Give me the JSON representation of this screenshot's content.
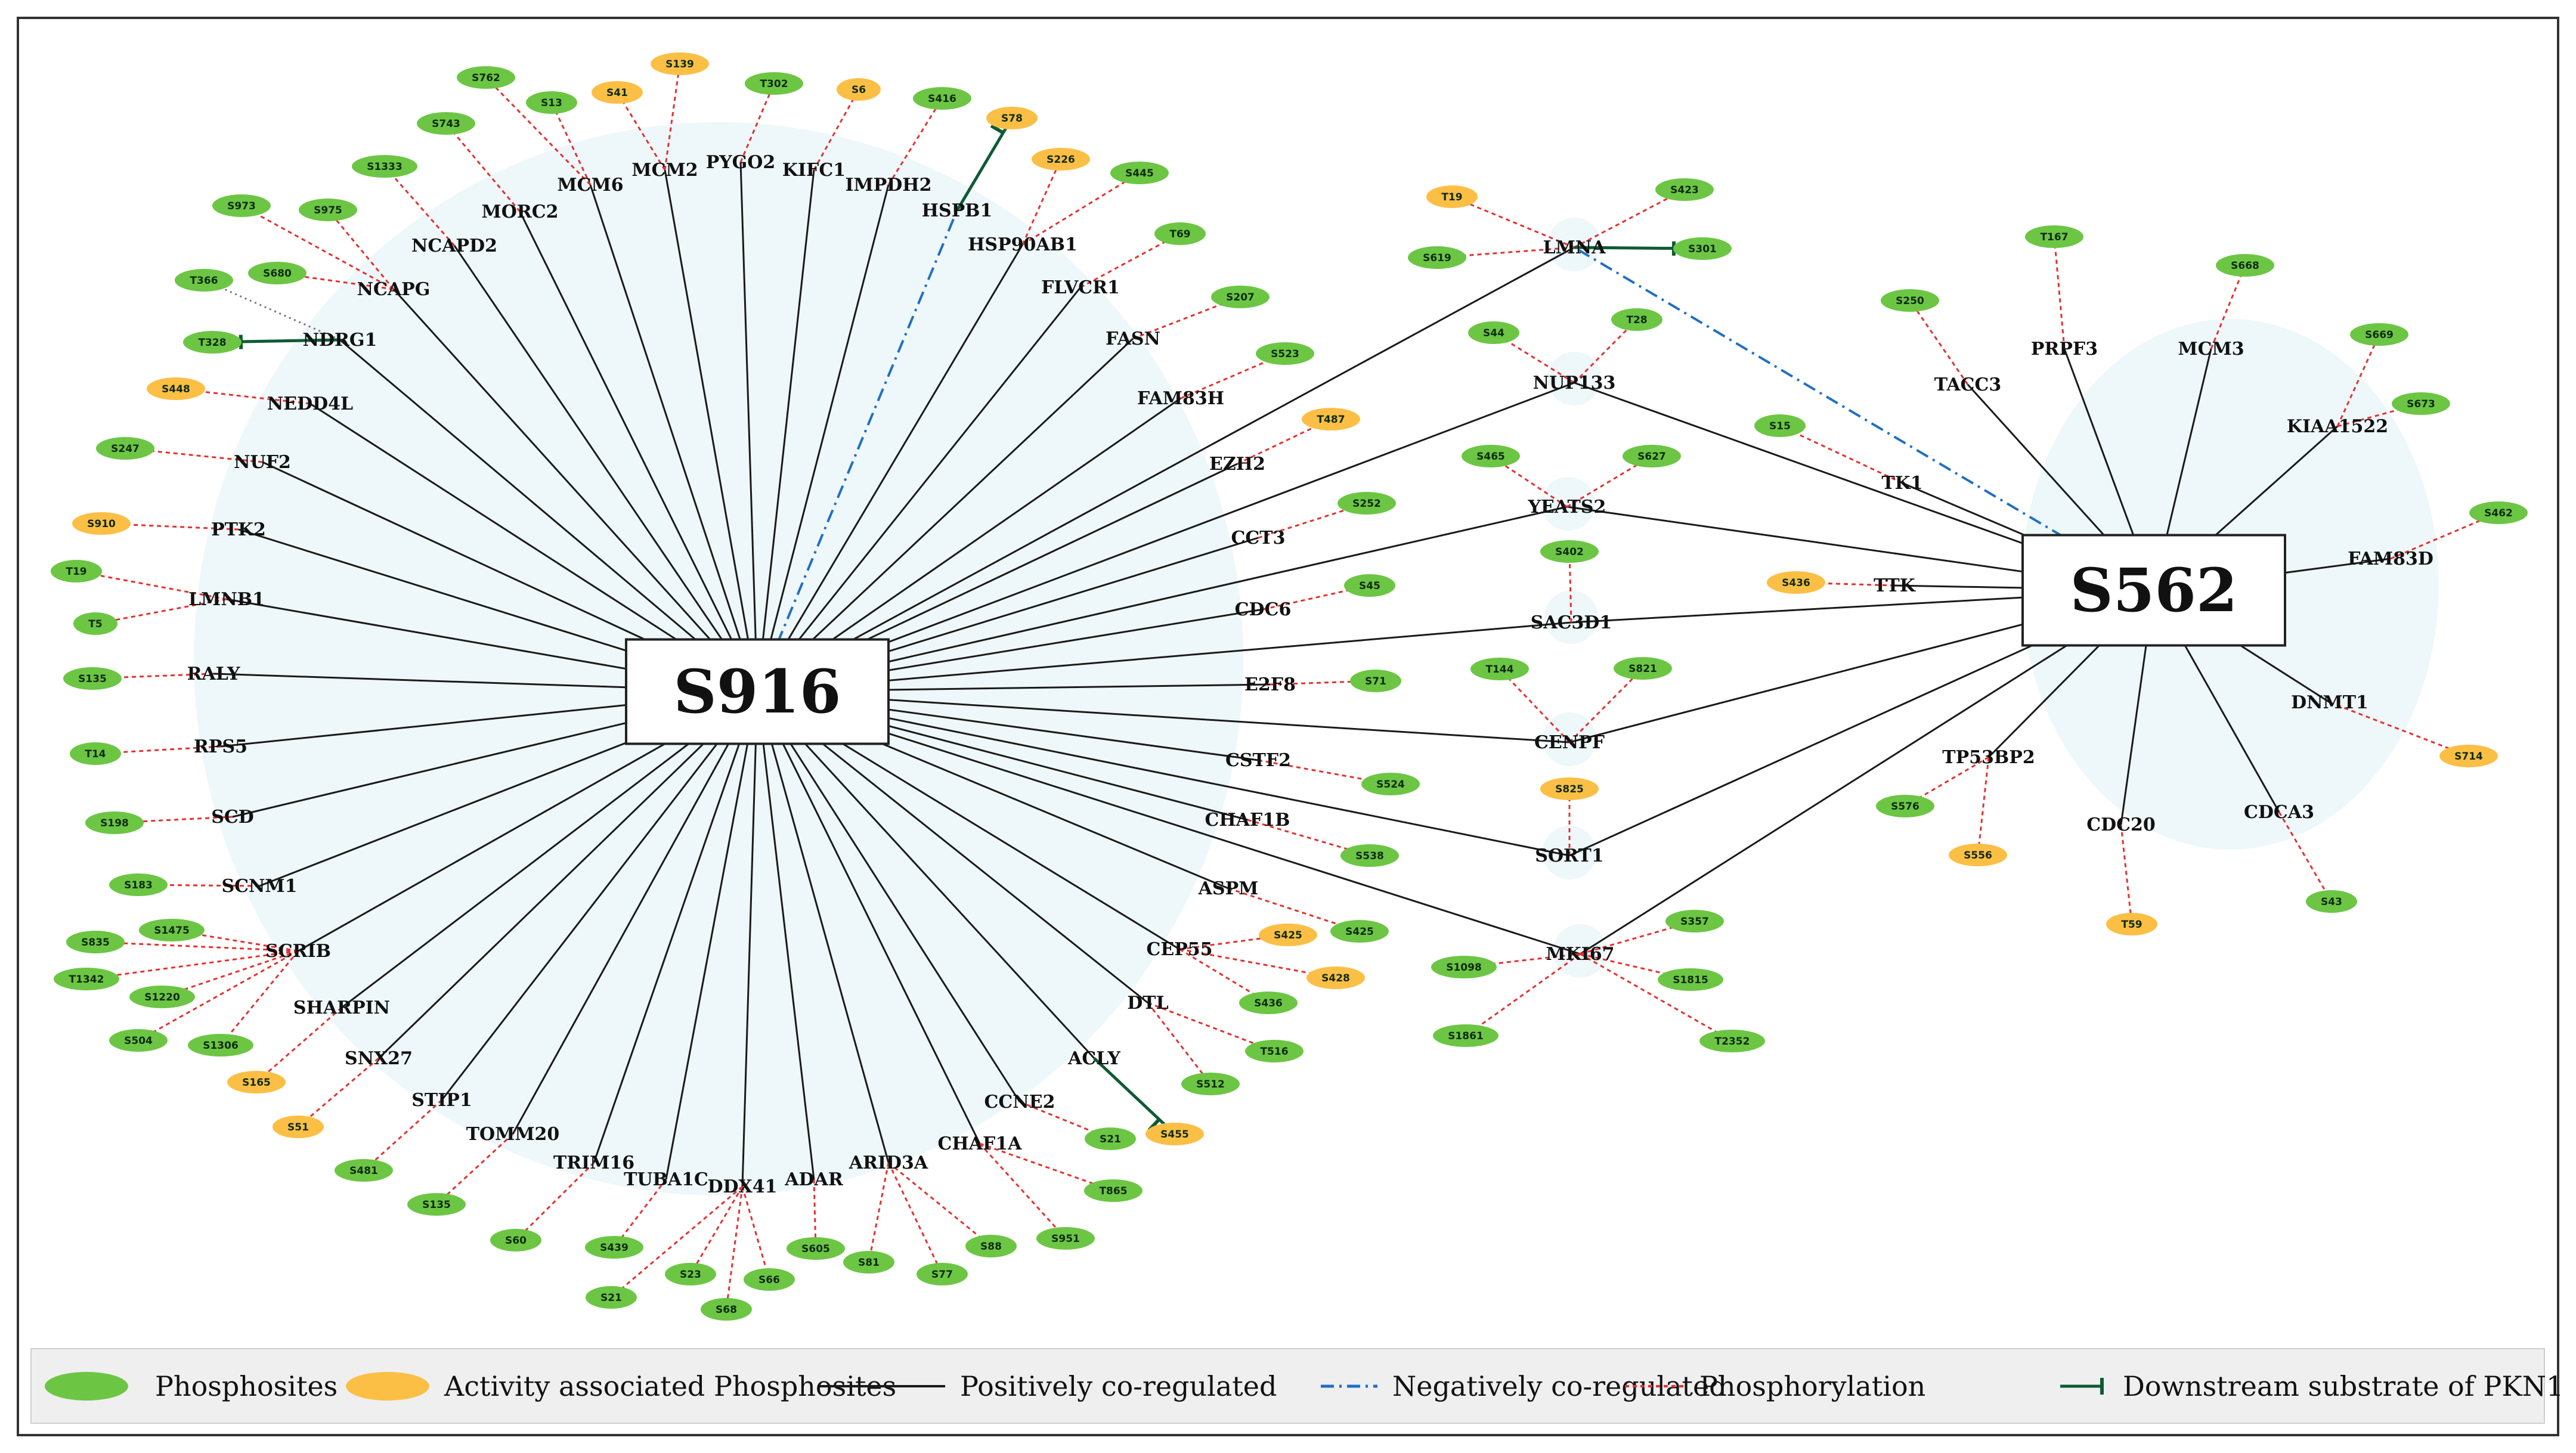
{
  "colors": {
    "phosphosite": "#6cc644",
    "activity_phosphosite": "#fcbf45",
    "positive": "#1a1a1a",
    "negative": "#1f6fc4",
    "phosphorylation": "#e53030",
    "downstream": "#0f5a35",
    "halo": "#eef7f9"
  },
  "hubs": [
    {
      "id": "S916",
      "label": "S916"
    },
    {
      "id": "S562",
      "label": "S562"
    }
  ],
  "genes": [
    {
      "name": "MCM6"
    },
    {
      "name": "MCM2"
    },
    {
      "name": "PYGO2"
    },
    {
      "name": "KIFC1"
    },
    {
      "name": "IMPDH2"
    },
    {
      "name": "HSPB1"
    },
    {
      "name": "HSP90AB1"
    },
    {
      "name": "FLVCR1"
    },
    {
      "name": "FASN"
    },
    {
      "name": "FAM83H"
    },
    {
      "name": "EZH2"
    },
    {
      "name": "CCT3"
    },
    {
      "name": "CDC6"
    },
    {
      "name": "E2F8"
    },
    {
      "name": "CSTF2"
    },
    {
      "name": "CHAF1B"
    },
    {
      "name": "ASPM"
    },
    {
      "name": "CEP55"
    },
    {
      "name": "DTL"
    },
    {
      "name": "ACLY"
    },
    {
      "name": "CCNE2"
    },
    {
      "name": "CHAF1A"
    },
    {
      "name": "ARID3A"
    },
    {
      "name": "ADAR"
    },
    {
      "name": "DDX41"
    },
    {
      "name": "TUBA1C"
    },
    {
      "name": "TRIM16"
    },
    {
      "name": "TOMM20"
    },
    {
      "name": "STIP1"
    },
    {
      "name": "SNX27"
    },
    {
      "name": "SHARPIN"
    },
    {
      "name": "SCRIB"
    },
    {
      "name": "SCNM1"
    },
    {
      "name": "SCD"
    },
    {
      "name": "RPS5"
    },
    {
      "name": "RALY"
    },
    {
      "name": "LMNB1"
    },
    {
      "name": "PTK2"
    },
    {
      "name": "NUF2"
    },
    {
      "name": "NEDD4L"
    },
    {
      "name": "NDRG1"
    },
    {
      "name": "NCAPG"
    },
    {
      "name": "NCAPD2"
    },
    {
      "name": "MORC2"
    },
    {
      "name": "LMNA"
    },
    {
      "name": "NUP133"
    },
    {
      "name": "YEATS2"
    },
    {
      "name": "SAC3D1"
    },
    {
      "name": "CENPF"
    },
    {
      "name": "SORT1"
    },
    {
      "name": "MKI67"
    },
    {
      "name": "TACC3"
    },
    {
      "name": "PRPF3"
    },
    {
      "name": "MCM3"
    },
    {
      "name": "KIAA1522"
    },
    {
      "name": "FAM83D"
    },
    {
      "name": "DNMT1"
    },
    {
      "name": "CDCA3"
    },
    {
      "name": "CDC20"
    },
    {
      "name": "TP53BP2"
    },
    {
      "name": "TTK"
    },
    {
      "name": "TK1"
    }
  ],
  "sites": [
    {
      "label": "S762",
      "gene": "MCM6",
      "activity": false
    },
    {
      "label": "S13",
      "gene": "MCM6",
      "activity": false
    },
    {
      "label": "S41",
      "gene": "MCM2",
      "activity": true
    },
    {
      "label": "S139",
      "gene": "MCM2",
      "activity": true
    },
    {
      "label": "T302",
      "gene": "PYGO2",
      "activity": false
    },
    {
      "label": "S6",
      "gene": "KIFC1",
      "activity": true
    },
    {
      "label": "S416",
      "gene": "IMPDH2",
      "activity": false
    },
    {
      "label": "S78",
      "gene": "HSPB1",
      "activity": true,
      "downstream": true
    },
    {
      "label": "S226",
      "gene": "HSP90AB1",
      "activity": true
    },
    {
      "label": "S445",
      "gene": "HSP90AB1",
      "activity": false
    },
    {
      "label": "T69",
      "gene": "FLVCR1",
      "activity": false
    },
    {
      "label": "S207",
      "gene": "FASN",
      "activity": false
    },
    {
      "label": "S523",
      "gene": "FAM83H",
      "activity": false
    },
    {
      "label": "T487",
      "gene": "EZH2",
      "activity": true
    },
    {
      "label": "S252",
      "gene": "CCT3",
      "activity": false
    },
    {
      "label": "S45",
      "gene": "CDC6",
      "activity": false
    },
    {
      "label": "S71",
      "gene": "E2F8",
      "activity": false
    },
    {
      "label": "S524",
      "gene": "CSTF2",
      "activity": false
    },
    {
      "label": "S538",
      "gene": "CHAF1B",
      "activity": false
    },
    {
      "label": "S425",
      "gene": "ASPM",
      "activity": false
    },
    {
      "label": "S425",
      "gene": "CEP55",
      "activity": true
    },
    {
      "label": "S428",
      "gene": "CEP55",
      "activity": true
    },
    {
      "label": "S436",
      "gene": "CEP55",
      "activity": false
    },
    {
      "label": "T516",
      "gene": "DTL",
      "activity": false
    },
    {
      "label": "S512",
      "gene": "DTL",
      "activity": false
    },
    {
      "label": "S455",
      "gene": "ACLY",
      "activity": true,
      "downstream": true
    },
    {
      "label": "S21",
      "gene": "CCNE2",
      "activity": false
    },
    {
      "label": "T865",
      "gene": "CHAF1A",
      "activity": false
    },
    {
      "label": "S951",
      "gene": "CHAF1A",
      "activity": false
    },
    {
      "label": "S88",
      "gene": "ARID3A",
      "activity": false
    },
    {
      "label": "S77",
      "gene": "ARID3A",
      "activity": false
    },
    {
      "label": "S81",
      "gene": "ARID3A",
      "activity": false
    },
    {
      "label": "S605",
      "gene": "ADAR",
      "activity": false
    },
    {
      "label": "S66",
      "gene": "DDX41",
      "activity": false
    },
    {
      "label": "S68",
      "gene": "DDX41",
      "activity": false
    },
    {
      "label": "S23",
      "gene": "DDX41",
      "activity": false
    },
    {
      "label": "S21",
      "gene": "DDX41",
      "activity": false
    },
    {
      "label": "S439",
      "gene": "TUBA1C",
      "activity": false
    },
    {
      "label": "S60",
      "gene": "TRIM16",
      "activity": false
    },
    {
      "label": "S135",
      "gene": "TOMM20",
      "activity": false
    },
    {
      "label": "S481",
      "gene": "STIP1",
      "activity": false
    },
    {
      "label": "S51",
      "gene": "SNX27",
      "activity": true
    },
    {
      "label": "S165",
      "gene": "SHARPIN",
      "activity": true
    },
    {
      "label": "S1475",
      "gene": "SCRIB",
      "activity": false
    },
    {
      "label": "S835",
      "gene": "SCRIB",
      "activity": false
    },
    {
      "label": "T1342",
      "gene": "SCRIB",
      "activity": false
    },
    {
      "label": "S1220",
      "gene": "SCRIB",
      "activity": false
    },
    {
      "label": "S504",
      "gene": "SCRIB",
      "activity": false
    },
    {
      "label": "S1306",
      "gene": "SCRIB",
      "activity": false
    },
    {
      "label": "S183",
      "gene": "SCNM1",
      "activity": false
    },
    {
      "label": "S198",
      "gene": "SCD",
      "activity": false
    },
    {
      "label": "T14",
      "gene": "RPS5",
      "activity": false
    },
    {
      "label": "S135",
      "gene": "RALY",
      "activity": false
    },
    {
      "label": "T19",
      "gene": "LMNB1",
      "activity": false
    },
    {
      "label": "T5",
      "gene": "LMNB1",
      "activity": false
    },
    {
      "label": "S910",
      "gene": "PTK2",
      "activity": true
    },
    {
      "label": "S247",
      "gene": "NUF2",
      "activity": false
    },
    {
      "label": "S448",
      "gene": "NEDD4L",
      "activity": true
    },
    {
      "label": "T366",
      "gene": "NDRG1",
      "activity": false,
      "faint": true
    },
    {
      "label": "T328",
      "gene": "NDRG1",
      "activity": false,
      "downstream": true
    },
    {
      "label": "S973",
      "gene": "NCAPG",
      "activity": false
    },
    {
      "label": "S975",
      "gene": "NCAPG",
      "activity": false
    },
    {
      "label": "S680",
      "gene": "NCAPG",
      "activity": false
    },
    {
      "label": "S1333",
      "gene": "NCAPD2",
      "activity": false
    },
    {
      "label": "S743",
      "gene": "MORC2",
      "activity": false
    },
    {
      "label": "T19",
      "gene": "LMNA",
      "activity": true
    },
    {
      "label": "S423",
      "gene": "LMNA",
      "activity": false
    },
    {
      "label": "S619",
      "gene": "LMNA",
      "activity": false
    },
    {
      "label": "S301",
      "gene": "LMNA",
      "activity": false,
      "downstream": true
    },
    {
      "label": "S44",
      "gene": "NUP133",
      "activity": false
    },
    {
      "label": "T28",
      "gene": "NUP133",
      "activity": false
    },
    {
      "label": "S465",
      "gene": "YEATS2",
      "activity": false
    },
    {
      "label": "S627",
      "gene": "YEATS2",
      "activity": false
    },
    {
      "label": "S402",
      "gene": "SAC3D1",
      "activity": false
    },
    {
      "label": "T144",
      "gene": "CENPF",
      "activity": false
    },
    {
      "label": "S821",
      "gene": "CENPF",
      "activity": false
    },
    {
      "label": "S825",
      "gene": "SORT1",
      "activity": true
    },
    {
      "label": "S357",
      "gene": "MKI67",
      "activity": false
    },
    {
      "label": "S1098",
      "gene": "MKI67",
      "activity": false
    },
    {
      "label": "S1815",
      "gene": "MKI67",
      "activity": false
    },
    {
      "label": "S1861",
      "gene": "MKI67",
      "activity": false
    },
    {
      "label": "T2352",
      "gene": "MKI67",
      "activity": false
    },
    {
      "label": "S250",
      "gene": "TACC3",
      "activity": false
    },
    {
      "label": "T167",
      "gene": "PRPF3",
      "activity": false
    },
    {
      "label": "S668",
      "gene": "MCM3",
      "activity": false
    },
    {
      "label": "S669",
      "gene": "KIAA1522",
      "activity": false
    },
    {
      "label": "S673",
      "gene": "KIAA1522",
      "activity": false
    },
    {
      "label": "S462",
      "gene": "FAM83D",
      "activity": false
    },
    {
      "label": "S714",
      "gene": "DNMT1",
      "activity": true
    },
    {
      "label": "S43",
      "gene": "CDCA3",
      "activity": false
    },
    {
      "label": "T59",
      "gene": "CDC20",
      "activity": true
    },
    {
      "label": "S576",
      "gene": "TP53BP2",
      "activity": false
    },
    {
      "label": "S556",
      "gene": "TP53BP2",
      "activity": true
    },
    {
      "label": "S436",
      "gene": "TTK",
      "activity": true
    },
    {
      "label": "S15",
      "gene": "TK1",
      "activity": false
    }
  ],
  "hub_edges": [
    {
      "hub": "S916",
      "gene": "MCM6",
      "type": "positive"
    },
    {
      "hub": "S916",
      "gene": "MCM2",
      "type": "positive"
    },
    {
      "hub": "S916",
      "gene": "PYGO2",
      "type": "positive"
    },
    {
      "hub": "S916",
      "gene": "KIFC1",
      "type": "positive"
    },
    {
      "hub": "S916",
      "gene": "IMPDH2",
      "type": "positive"
    },
    {
      "hub": "S916",
      "gene": "HSPB1",
      "type": "negative"
    },
    {
      "hub": "S916",
      "gene": "HSP90AB1",
      "type": "positive"
    },
    {
      "hub": "S916",
      "gene": "FLVCR1",
      "type": "positive"
    },
    {
      "hub": "S916",
      "gene": "FASN",
      "type": "positive"
    },
    {
      "hub": "S916",
      "gene": "FAM83H",
      "type": "positive"
    },
    {
      "hub": "S916",
      "gene": "EZH2",
      "type": "positive"
    },
    {
      "hub": "S916",
      "gene": "CCT3",
      "type": "positive"
    },
    {
      "hub": "S916",
      "gene": "CDC6",
      "type": "positive"
    },
    {
      "hub": "S916",
      "gene": "E2F8",
      "type": "positive"
    },
    {
      "hub": "S916",
      "gene": "CSTF2",
      "type": "positive"
    },
    {
      "hub": "S916",
      "gene": "CHAF1B",
      "type": "positive"
    },
    {
      "hub": "S916",
      "gene": "ASPM",
      "type": "positive"
    },
    {
      "hub": "S916",
      "gene": "CEP55",
      "type": "positive"
    },
    {
      "hub": "S916",
      "gene": "DTL",
      "type": "positive"
    },
    {
      "hub": "S916",
      "gene": "ACLY",
      "type": "positive"
    },
    {
      "hub": "S916",
      "gene": "CCNE2",
      "type": "positive"
    },
    {
      "hub": "S916",
      "gene": "CHAF1A",
      "type": "positive"
    },
    {
      "hub": "S916",
      "gene": "ARID3A",
      "type": "positive"
    },
    {
      "hub": "S916",
      "gene": "ADAR",
      "type": "positive"
    },
    {
      "hub": "S916",
      "gene": "DDX41",
      "type": "positive"
    },
    {
      "hub": "S916",
      "gene": "TUBA1C",
      "type": "positive"
    },
    {
      "hub": "S916",
      "gene": "TRIM16",
      "type": "positive"
    },
    {
      "hub": "S916",
      "gene": "TOMM20",
      "type": "positive"
    },
    {
      "hub": "S916",
      "gene": "STIP1",
      "type": "positive"
    },
    {
      "hub": "S916",
      "gene": "SNX27",
      "type": "positive"
    },
    {
      "hub": "S916",
      "gene": "SHARPIN",
      "type": "positive"
    },
    {
      "hub": "S916",
      "gene": "SCRIB",
      "type": "positive"
    },
    {
      "hub": "S916",
      "gene": "SCNM1",
      "type": "positive"
    },
    {
      "hub": "S916",
      "gene": "SCD",
      "type": "positive"
    },
    {
      "hub": "S916",
      "gene": "RPS5",
      "type": "positive"
    },
    {
      "hub": "S916",
      "gene": "RALY",
      "type": "positive"
    },
    {
      "hub": "S916",
      "gene": "LMNB1",
      "type": "positive"
    },
    {
      "hub": "S916",
      "gene": "PTK2",
      "type": "positive"
    },
    {
      "hub": "S916",
      "gene": "NUF2",
      "type": "positive"
    },
    {
      "hub": "S916",
      "gene": "NEDD4L",
      "type": "positive"
    },
    {
      "hub": "S916",
      "gene": "NDRG1",
      "type": "positive"
    },
    {
      "hub": "S916",
      "gene": "NCAPG",
      "type": "positive"
    },
    {
      "hub": "S916",
      "gene": "NCAPD2",
      "type": "positive"
    },
    {
      "hub": "S916",
      "gene": "MORC2",
      "type": "positive"
    },
    {
      "hub": "S916",
      "gene": "LMNA",
      "type": "positive"
    },
    {
      "hub": "S916",
      "gene": "NUP133",
      "type": "positive"
    },
    {
      "hub": "S916",
      "gene": "YEATS2",
      "type": "positive"
    },
    {
      "hub": "S916",
      "gene": "SAC3D1",
      "type": "positive"
    },
    {
      "hub": "S916",
      "gene": "CENPF",
      "type": "positive"
    },
    {
      "hub": "S916",
      "gene": "SORT1",
      "type": "positive"
    },
    {
      "hub": "S916",
      "gene": "MKI67",
      "type": "positive"
    },
    {
      "hub": "S562",
      "gene": "LMNA",
      "type": "negative"
    },
    {
      "hub": "S562",
      "gene": "NUP133",
      "type": "positive"
    },
    {
      "hub": "S562",
      "gene": "YEATS2",
      "type": "positive"
    },
    {
      "hub": "S562",
      "gene": "SAC3D1",
      "type": "positive"
    },
    {
      "hub": "S562",
      "gene": "CENPF",
      "type": "positive"
    },
    {
      "hub": "S562",
      "gene": "SORT1",
      "type": "positive"
    },
    {
      "hub": "S562",
      "gene": "MKI67",
      "type": "positive"
    },
    {
      "hub": "S562",
      "gene": "TACC3",
      "type": "positive"
    },
    {
      "hub": "S562",
      "gene": "PRPF3",
      "type": "positive"
    },
    {
      "hub": "S562",
      "gene": "MCM3",
      "type": "positive"
    },
    {
      "hub": "S562",
      "gene": "KIAA1522",
      "type": "positive"
    },
    {
      "hub": "S562",
      "gene": "FAM83D",
      "type": "positive"
    },
    {
      "hub": "S562",
      "gene": "DNMT1",
      "type": "positive"
    },
    {
      "hub": "S562",
      "gene": "CDCA3",
      "type": "positive"
    },
    {
      "hub": "S562",
      "gene": "CDC20",
      "type": "positive"
    },
    {
      "hub": "S562",
      "gene": "TP53BP2",
      "type": "positive"
    },
    {
      "hub": "S562",
      "gene": "TTK",
      "type": "positive"
    },
    {
      "hub": "S562",
      "gene": "TK1",
      "type": "positive"
    }
  ],
  "legend": [
    {
      "kind": "ellipse",
      "color": "phosphosite",
      "label": "Phosphosites"
    },
    {
      "kind": "ellipse",
      "color": "activity_phosphosite",
      "label": "Activity associated Phosphosites"
    },
    {
      "kind": "line-solid",
      "color": "positive",
      "label": "Positively co-regulated"
    },
    {
      "kind": "line-dashdot",
      "color": "negative",
      "label": "Negatively co-regulated"
    },
    {
      "kind": "line-dotted",
      "color": "phosphorylation",
      "label": "Phosphorylation"
    },
    {
      "kind": "line-tbar",
      "color": "downstream",
      "label": "Downstream substrate of PKN1"
    }
  ]
}
